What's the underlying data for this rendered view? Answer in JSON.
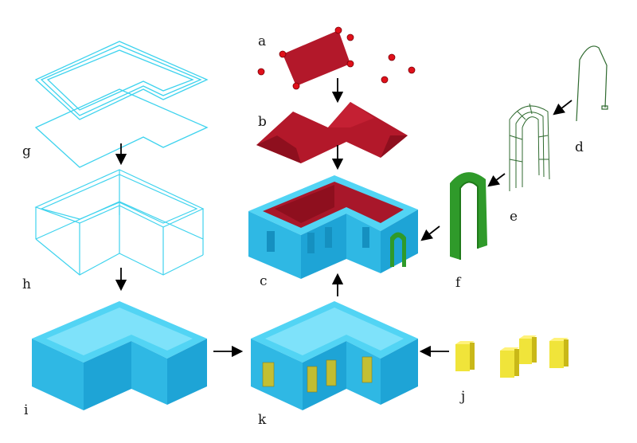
{
  "labels": {
    "a": "a",
    "b": "b",
    "c": "c",
    "d": "d",
    "e": "e",
    "f": "f",
    "g": "g",
    "h": "h",
    "i": "i",
    "j": "j",
    "k": "k"
  },
  "colors": {
    "wire": "#3fd3ee",
    "wall_top": "#52d4f4",
    "wall_left": "#2fb8e4",
    "wall_right": "#1ea4d6",
    "roof_light": "#b3182a",
    "roof_dark": "#8e0f1e",
    "point": "#e0101a",
    "arch_green": "#2f9a2a",
    "arch_wire": "#2f6a2f",
    "window_yellow": "#f0e43a",
    "window_yellow_side": "#c9b818",
    "arrow": "#000000"
  }
}
